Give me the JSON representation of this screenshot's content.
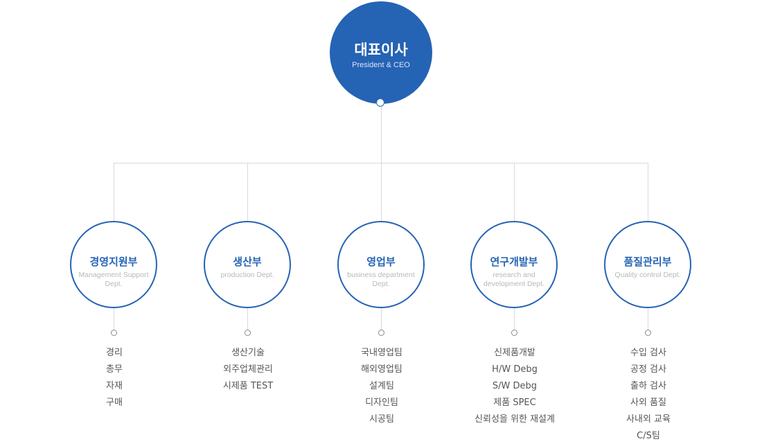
{
  "ceo": {
    "title": "대표이사",
    "subtitle": "President & CEO"
  },
  "colors": {
    "primary": "#2563b4",
    "line": "#d9d9d9",
    "subtext": "#b8b8b8",
    "list_text": "#555555"
  },
  "departments": [
    {
      "title": "경영지원부",
      "subtitle": "Management Support Dept.",
      "teams": [
        "경리",
        "총무",
        "자재",
        "구매"
      ]
    },
    {
      "title": "생산부",
      "subtitle": "production Dept.",
      "teams": [
        "생산기술",
        "외주업체관리",
        "시제품 TEST"
      ]
    },
    {
      "title": "영업부",
      "subtitle": "business department Dept.",
      "teams": [
        "국내영업팀",
        "해외영업팀",
        "설계팀",
        "디자인팀",
        "시공팀"
      ]
    },
    {
      "title": "연구개발부",
      "subtitle": "research and development Dept.",
      "teams": [
        "신제품개발",
        "H/W Debg",
        "S/W Debg",
        "제품 SPEC",
        "신뢰성을 위한 재설계"
      ]
    },
    {
      "title": "품질관리부",
      "subtitle": "Quality control Dept.",
      "teams": [
        "수입 검사",
        "공정 검사",
        "출하 검사",
        "사외 품질",
        "사내외 교육",
        "C/S팀"
      ]
    }
  ]
}
